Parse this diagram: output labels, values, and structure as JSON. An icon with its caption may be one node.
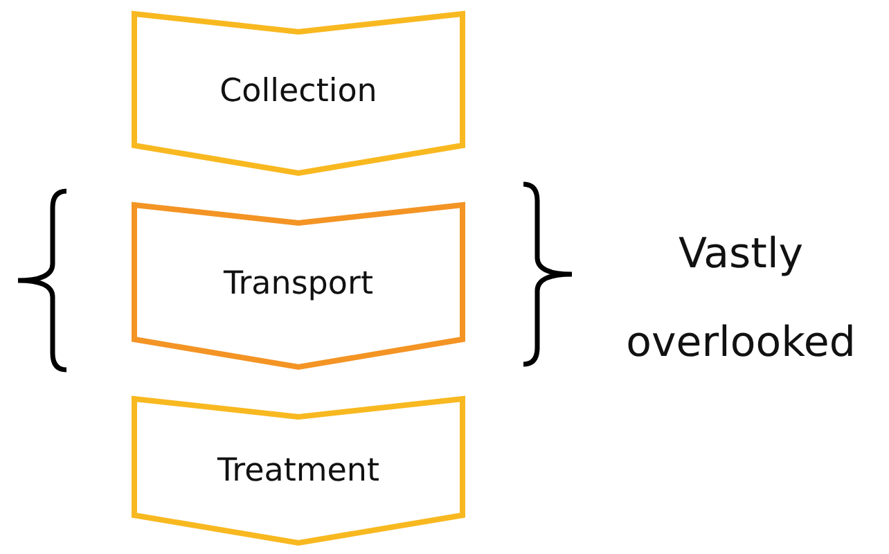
{
  "diagram": {
    "nodes": [
      {
        "text": [
          "Collection"
        ]
      },
      {
        "text": [
          "Transport"
        ]
      },
      {
        "text": [
          "Treatment"
        ]
      }
    ],
    "labels": [
      "Vastly overlooked"
    ]
  }
}
